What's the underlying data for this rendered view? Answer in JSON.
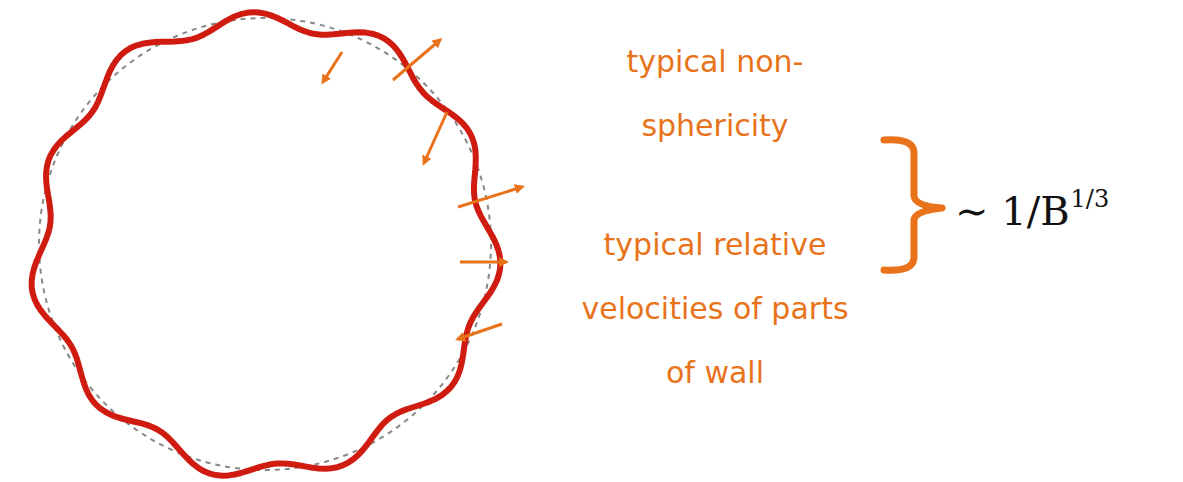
{
  "diagram": {
    "labels": [
      "typical non-sphericity",
      "typical relative velocities of parts of wall",
      "∼ 1/B",
      "1/3"
    ]
  }
}
